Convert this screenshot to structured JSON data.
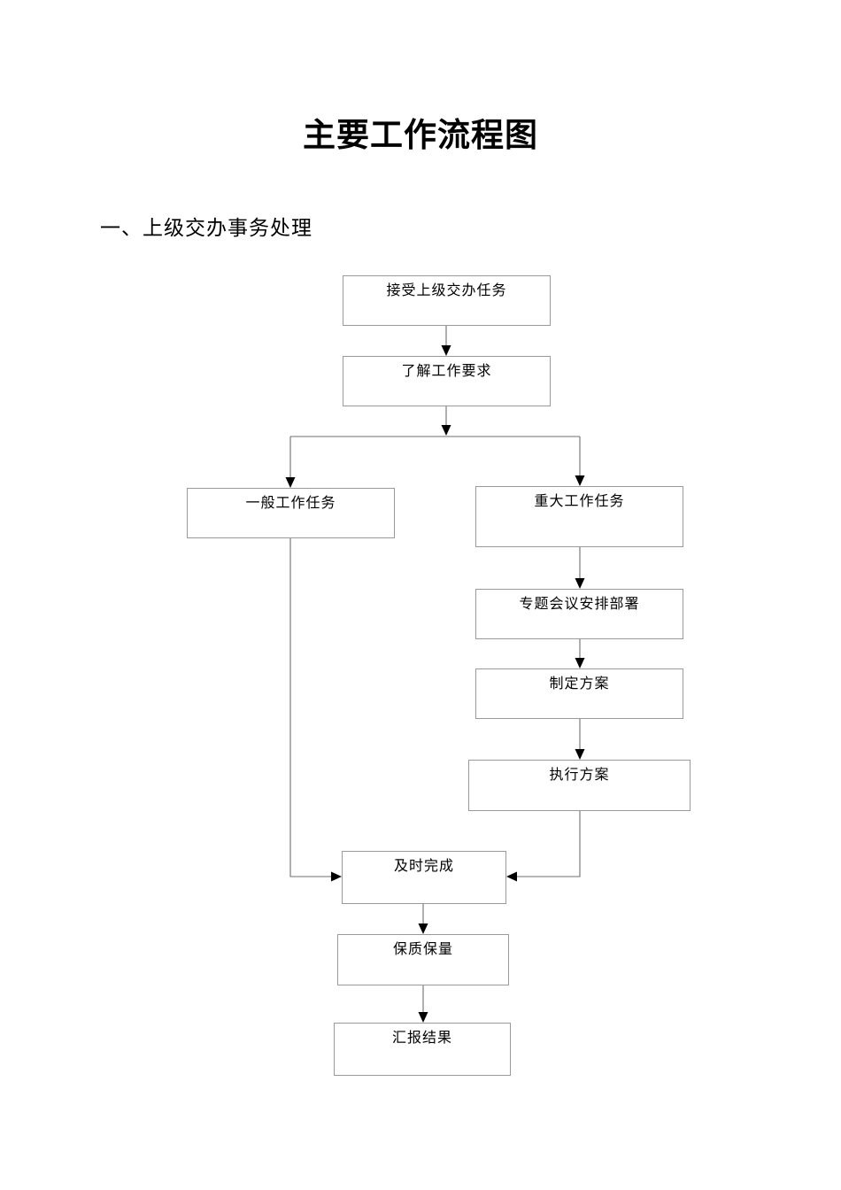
{
  "document": {
    "title": "主要工作流程图",
    "section_heading": "一、上级交办事务处理"
  },
  "flowchart": {
    "type": "flowchart",
    "orientation": "top-to-bottom",
    "nodes": [
      {
        "id": "n1",
        "label": "接受上级交办任务"
      },
      {
        "id": "n2",
        "label": "了解工作要求"
      },
      {
        "id": "n3",
        "label": "一般工作任务"
      },
      {
        "id": "n4",
        "label": "重大工作任务"
      },
      {
        "id": "n5",
        "label": "专题会议安排部署"
      },
      {
        "id": "n6",
        "label": "制定方案"
      },
      {
        "id": "n7",
        "label": "执行方案"
      },
      {
        "id": "n8",
        "label": "及时完成"
      },
      {
        "id": "n9",
        "label": "保质保量"
      },
      {
        "id": "n10",
        "label": "汇报结果"
      }
    ],
    "edges": [
      {
        "from": "n1",
        "to": "n2"
      },
      {
        "from": "n2",
        "to": "n3"
      },
      {
        "from": "n2",
        "to": "n4"
      },
      {
        "from": "n3",
        "to": "n8"
      },
      {
        "from": "n4",
        "to": "n5"
      },
      {
        "from": "n5",
        "to": "n6"
      },
      {
        "from": "n6",
        "to": "n7"
      },
      {
        "from": "n7",
        "to": "n8"
      },
      {
        "from": "n8",
        "to": "n9"
      },
      {
        "from": "n9",
        "to": "n10"
      }
    ],
    "colors": {
      "box_border": "#9a9a9a",
      "connector": "#6f6f6f",
      "arrowhead": "#000000",
      "text": "#000000",
      "background": "#ffffff"
    }
  }
}
